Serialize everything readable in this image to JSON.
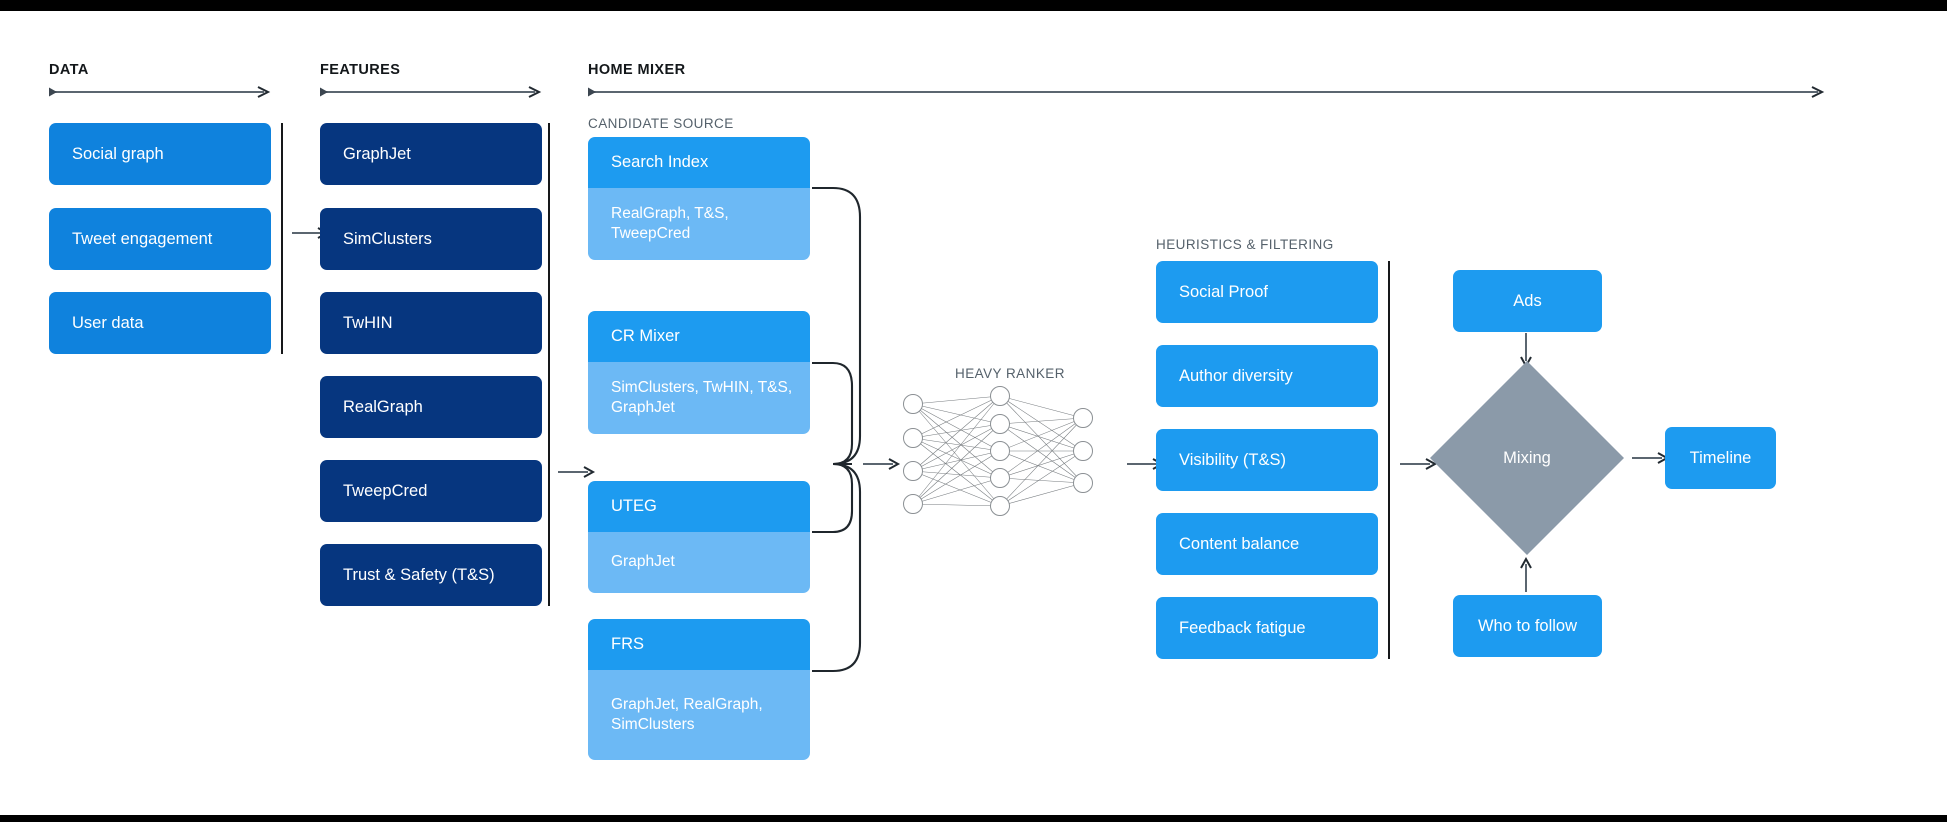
{
  "columns": {
    "data": {
      "title": "DATA",
      "axis_icon": "right-arrow-axis"
    },
    "features": {
      "title": "FEATURES",
      "axis_icon": "right-arrow-axis"
    },
    "home_mixer": {
      "title": "HOME MIXER",
      "axis_icon": "right-arrow-axis"
    }
  },
  "section_labels": {
    "candidate_source": "CANDIDATE SOURCE",
    "heavy_ranker": "HEAVY RANKER",
    "heuristics": "HEURISTICS & FILTERING"
  },
  "data_items": [
    {
      "label": "Social graph"
    },
    {
      "label": "Tweet engagement"
    },
    {
      "label": "User data"
    }
  ],
  "feature_items": [
    {
      "label": "GraphJet"
    },
    {
      "label": "SimClusters"
    },
    {
      "label": "TwHIN"
    },
    {
      "label": "RealGraph"
    },
    {
      "label": "TweepCred"
    },
    {
      "label": "Trust & Safety (T&S)"
    }
  ],
  "candidate_sources": [
    {
      "name": "Search Index",
      "features": "RealGraph, T&S, TweepCred"
    },
    {
      "name": "CR Mixer",
      "features": "SimClusters, TwHIN, T&S, GraphJet"
    },
    {
      "name": "UTEG",
      "features": "GraphJet"
    },
    {
      "name": "FRS",
      "features": "GraphJet, RealGraph, SimClusters"
    }
  ],
  "heuristics_items": [
    {
      "label": "Social Proof"
    },
    {
      "label": "Author diversity"
    },
    {
      "label": "Visibility (T&S)"
    },
    {
      "label": "Content balance"
    },
    {
      "label": "Feedback fatigue"
    }
  ],
  "outputs": {
    "ads": "Ads",
    "who_to_follow": "Who to follow",
    "mixing": "Mixing",
    "timeline": "Timeline"
  },
  "neural_network": {
    "input_nodes": 4,
    "hidden_nodes": 5,
    "output_nodes": 3
  },
  "colors": {
    "data_card": "#0f82dd",
    "feature_card": "#06367f",
    "source_head": "#1d9bf0",
    "source_body": "#6cb9f5",
    "heuristic_card": "#1d9bf0",
    "mixing_diamond": "#8b9aa9",
    "divider": "#16181a",
    "arrow": "#5b6670",
    "title_text": "#13171a",
    "sub_text": "#55616b",
    "frame": "#000000"
  }
}
